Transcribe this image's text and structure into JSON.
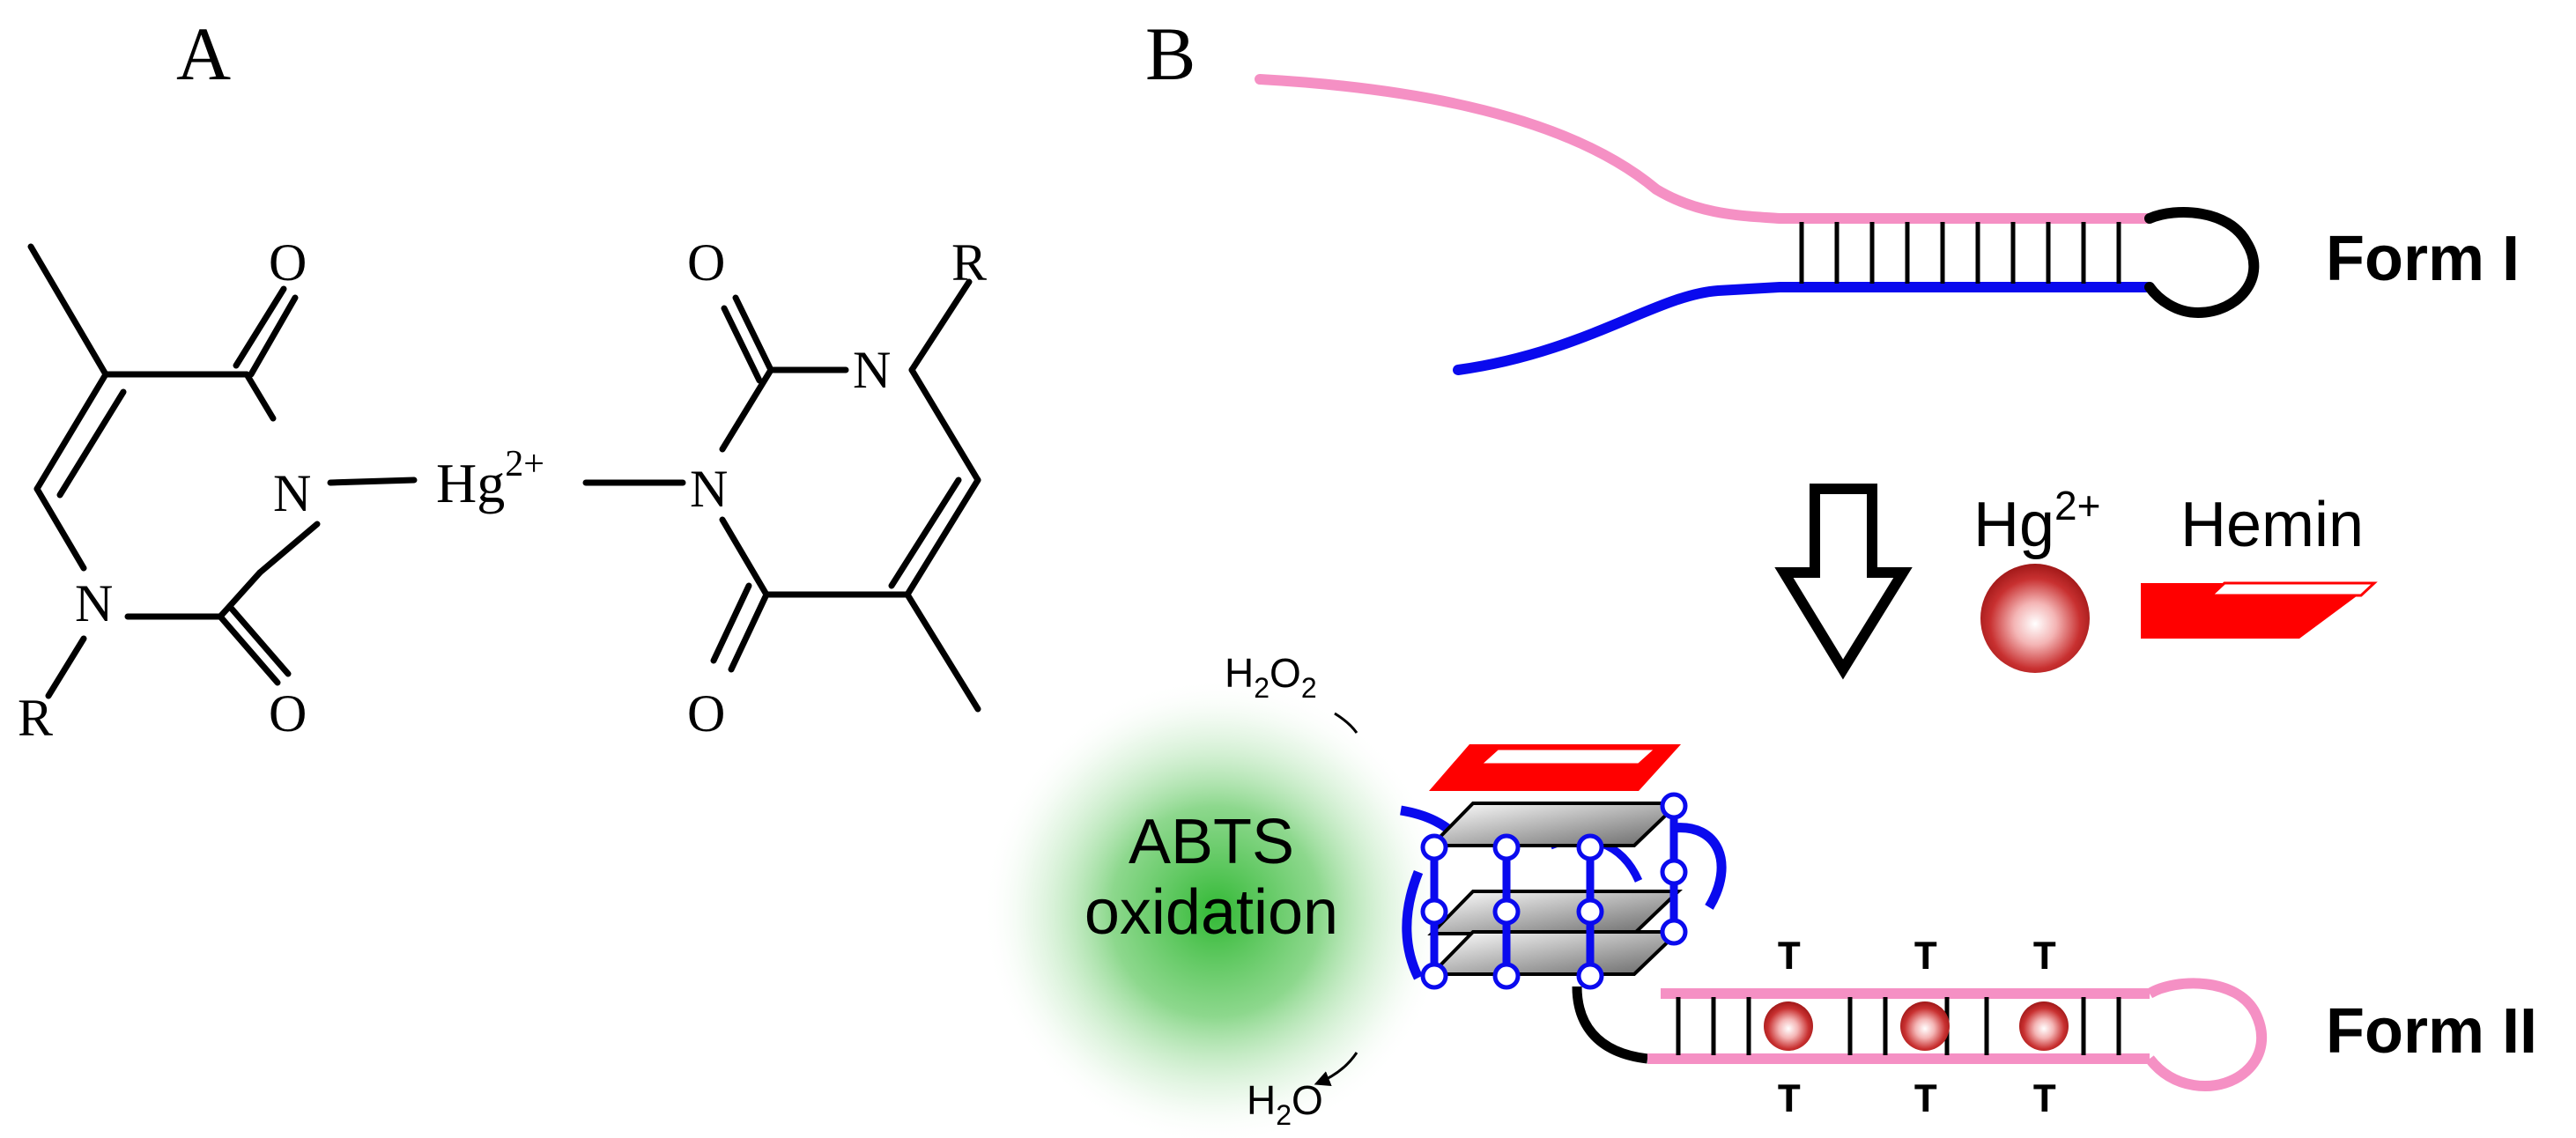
{
  "panels": {
    "a_label": "A",
    "b_label": "B"
  },
  "panel_a": {
    "oxygen_label": "O",
    "nitrogen_label": "N",
    "r_label": "R",
    "mercury_main": "Hg",
    "mercury_sup": "2+"
  },
  "panel_b": {
    "form1_label": "Form I",
    "form2_label": "Form II",
    "hg_main": "Hg",
    "hg_sup": "2+",
    "hemin_label": "Hemin",
    "h2o2": {
      "a": "H",
      "b": "2",
      "c": "O",
      "d": "2"
    },
    "h2o": {
      "a": "H",
      "b": "2",
      "c": "O"
    },
    "abts_line1": "ABTS",
    "abts_line2": "oxidation",
    "t_label": "T"
  },
  "colors": {
    "pink": "#f590c4",
    "blue": "#0a0aee",
    "red": "#ff0000",
    "black": "#000000",
    "green_glow": "#27b52a"
  }
}
